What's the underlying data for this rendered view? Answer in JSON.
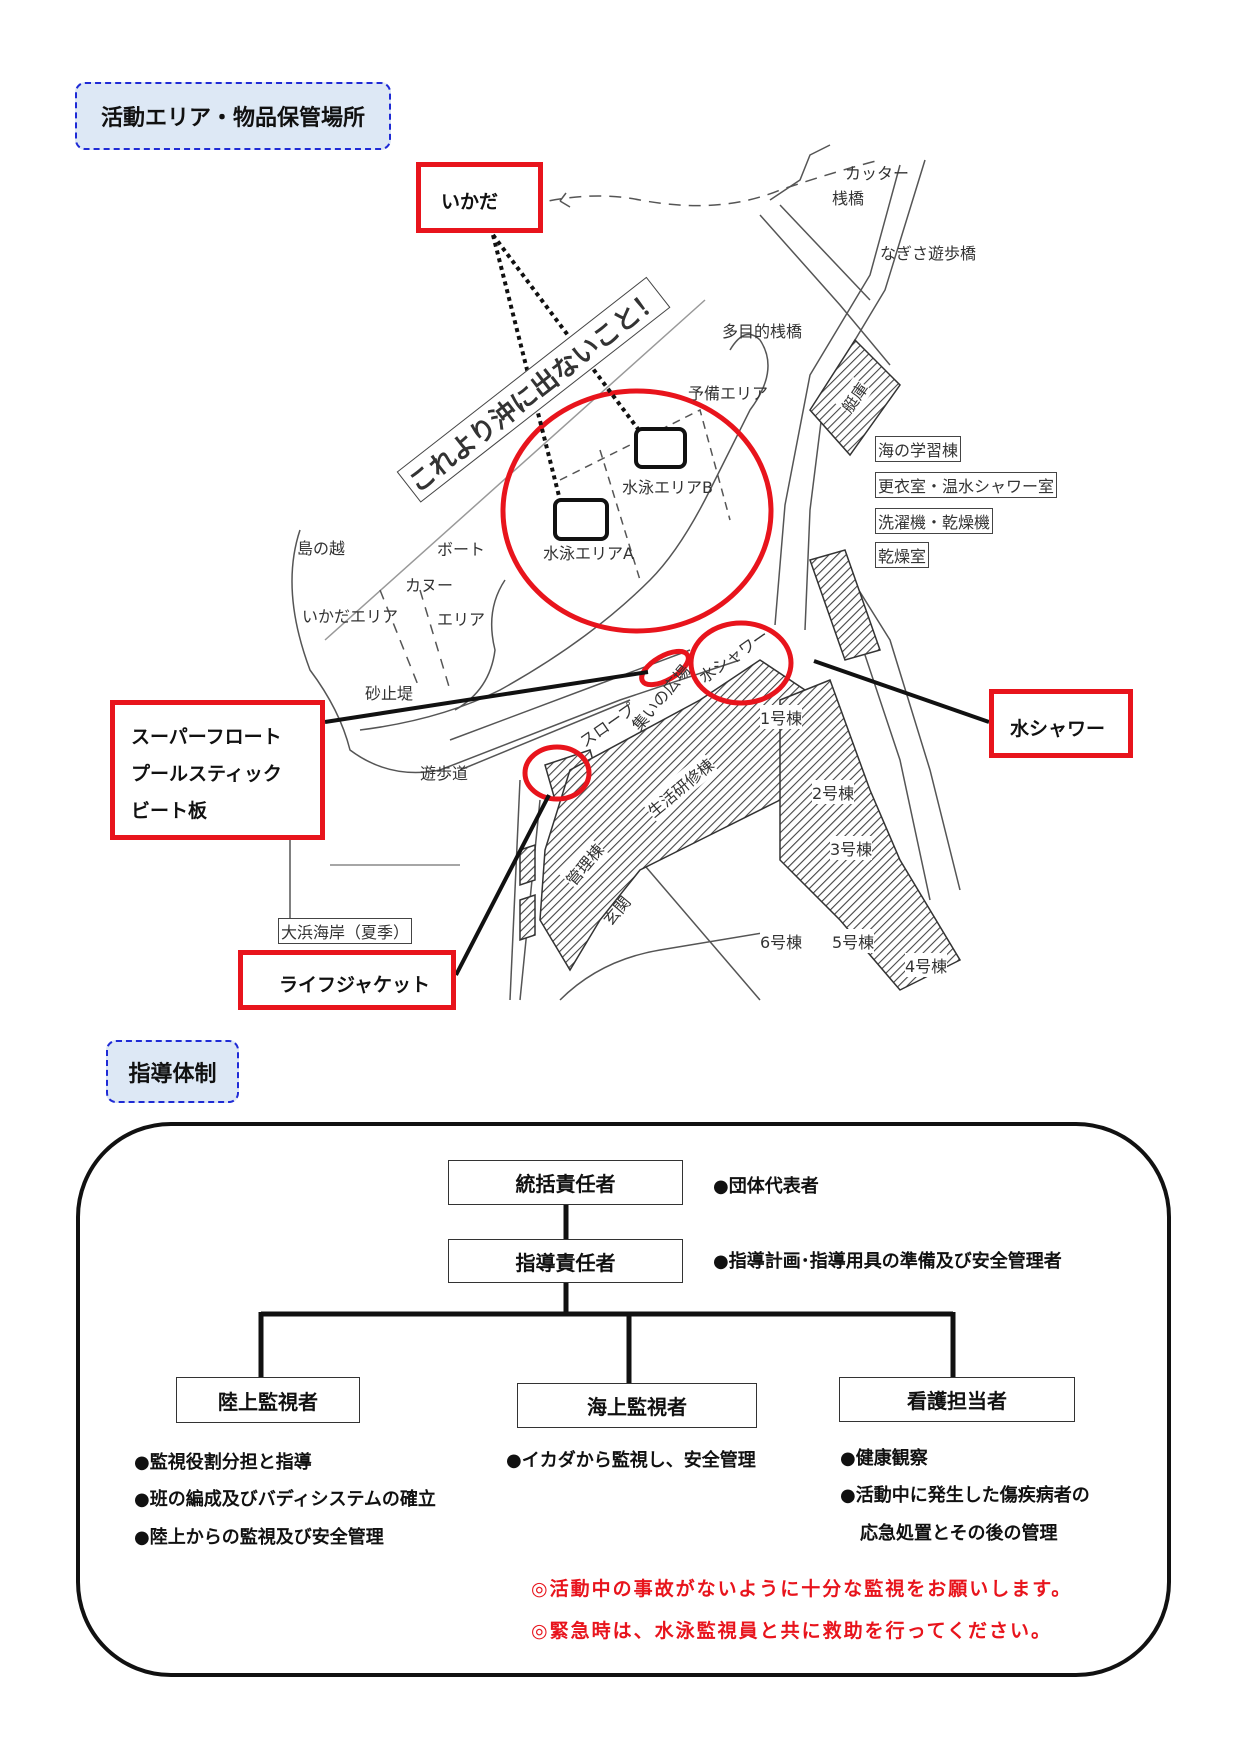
{
  "section1": {
    "title": "活動エリア・物品保管場所"
  },
  "callouts": {
    "ikada": "いかだ",
    "storage_lines": [
      "スーパーフロート",
      "プールスティック",
      "ビート板"
    ],
    "shower": "水シャワー",
    "lifejacket": "ライフジャケット"
  },
  "map_labels": {
    "cutter": "カッター",
    "pier": "桟橋",
    "nagisa": "なぎさ遊歩橋",
    "multipurpose_pier": "多目的桟橋",
    "reserve_area": "予備エリア",
    "boathouse": "艇庫",
    "sea_learning": "海の学習棟",
    "changing": "更衣室・温水シャワー室",
    "laundry": "洗濯機・乾燥機",
    "drying_room": "乾燥室",
    "warning": "これより沖に出ないこと！",
    "swim_b": "水泳エリアB",
    "swim_a": "水泳エリアA",
    "shimanokoshi": "島の越",
    "boat": "ボート",
    "canoe": "カヌー",
    "area": "エリア",
    "ikada_area": "いかだエリア",
    "sand_dike": "砂止堤",
    "slope": "スロープ",
    "plaza": "集いの広場",
    "shower_map": "水シャワー",
    "bldg1": "1号棟",
    "bldg2": "2号棟",
    "bldg3": "3号棟",
    "bldg4": "4号棟",
    "bldg5": "5号棟",
    "bldg6": "6号棟",
    "training": "生活研修棟",
    "admin": "管理棟",
    "entrance": "玄関",
    "promenade": "遊歩道",
    "beach": "大浜海岸（夏季）"
  },
  "section2": {
    "title": "指導体制"
  },
  "org": {
    "top": {
      "label": "統括責任者",
      "note": "●団体代表者"
    },
    "second": {
      "label": "指導責任者",
      "note": "●指導計画･指導用具の準備及び安全管理者"
    },
    "roles": [
      {
        "label": "陸上監視者",
        "notes": [
          "●監視役割分担と指導",
          "●班の編成及びバディシステムの確立",
          "●陸上からの監視及び安全管理"
        ]
      },
      {
        "label": "海上監視者",
        "notes": [
          "●イカダから監視し、安全管理"
        ]
      },
      {
        "label": "看護担当者",
        "notes": [
          "●健康観察",
          "●活動中に発生した傷疾病者の",
          "応急処置とその後の管理"
        ]
      }
    ],
    "warnings": [
      "◎活動中の事故がないように十分な監視をお願いします。",
      "◎緊急時は、水泳監視員と共に救助を行ってください。"
    ]
  },
  "colors": {
    "accent_red": "#e8141c",
    "tag_border": "#1f2bd6",
    "tag_bg": "#dde8f5"
  }
}
